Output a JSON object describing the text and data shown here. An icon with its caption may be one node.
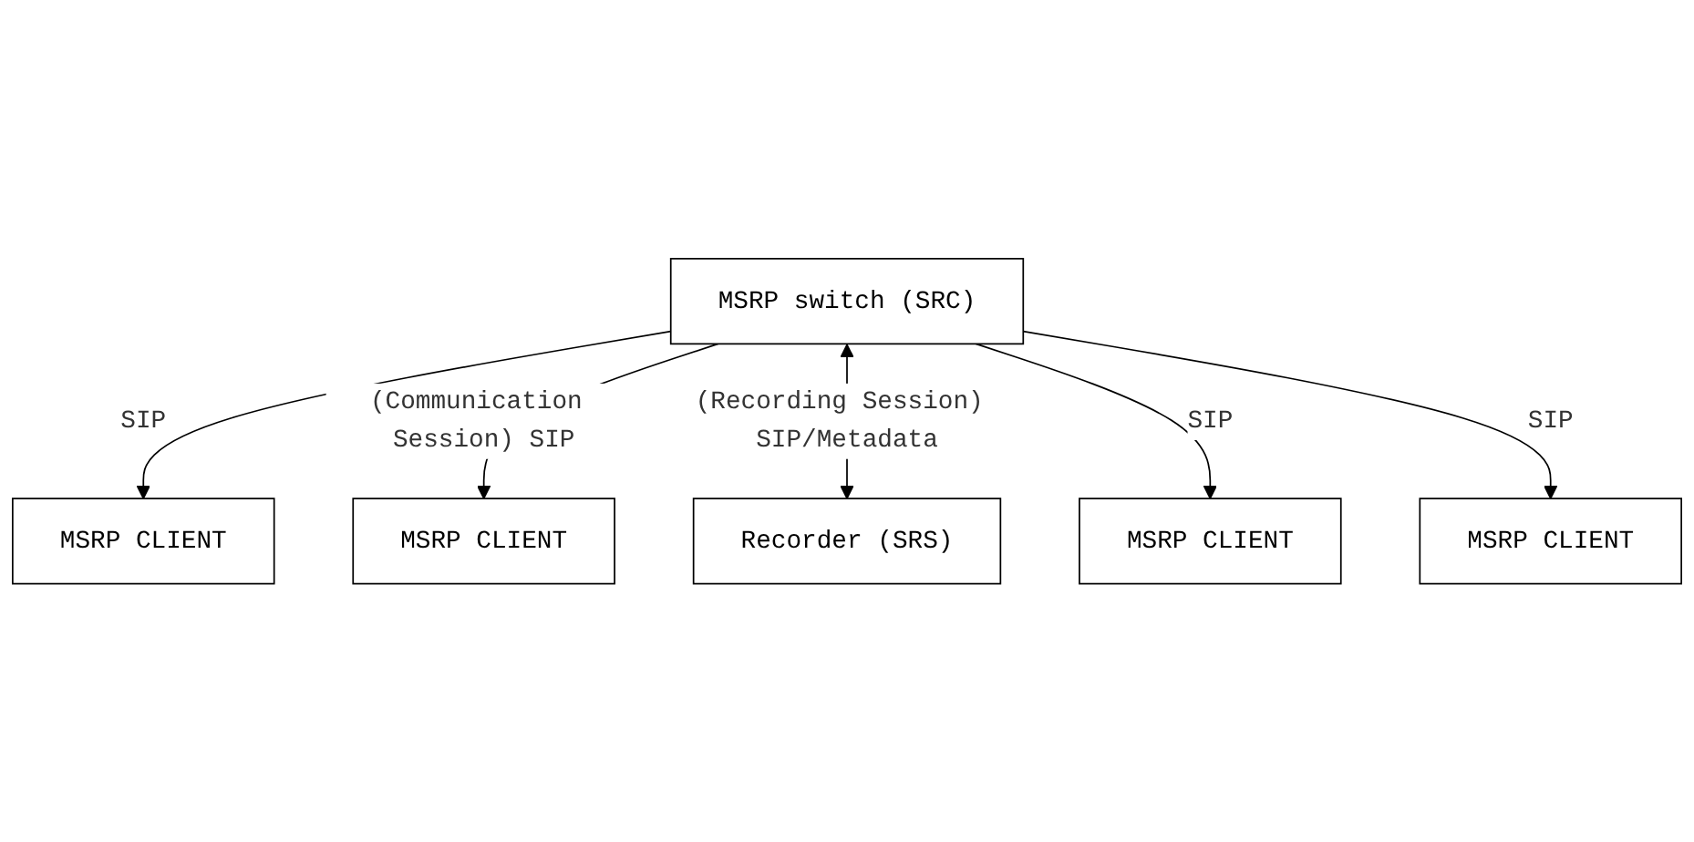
{
  "diagram": {
    "nodes": [
      {
        "text": [
          "MSRP CLIENT"
        ]
      },
      {
        "text": [
          "MSRP CLIENT"
        ]
      },
      {
        "text": [
          "MSRP switch (SRC)"
        ]
      },
      {
        "text": [
          "Recorder (SRS)"
        ]
      },
      {
        "text": [
          "MSRP CLIENT"
        ]
      },
      {
        "text": [
          "MSRP CLIENT"
        ]
      }
    ],
    "edges": [
      {
        "from": 2,
        "to": 0,
        "arrow": "to",
        "label": "SIP"
      },
      {
        "from": 2,
        "to": 1,
        "arrow": "to",
        "label": "(Communication Session) SIP"
      },
      {
        "from": 2,
        "to": 3,
        "arrow": "both",
        "label": "(Recording Session) SIP/Metadata"
      },
      {
        "from": 2,
        "to": 4,
        "arrow": "to",
        "label": "SIP"
      },
      {
        "from": 2,
        "to": 5,
        "arrow": "to",
        "label": "SIP"
      }
    ]
  }
}
